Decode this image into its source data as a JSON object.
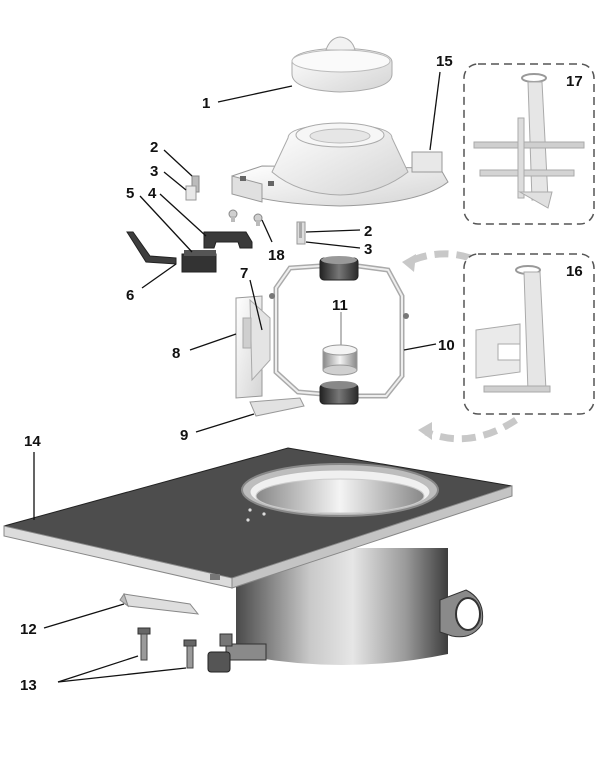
{
  "callouts": {
    "c1": "1",
    "c2a": "2",
    "c3a": "3",
    "c4": "4",
    "c5": "5",
    "c6": "6",
    "c7": "7",
    "c8": "8",
    "c9": "9",
    "c10": "10",
    "c11": "11",
    "c2b": "2",
    "c3b": "3",
    "c12": "12",
    "c13": "13",
    "c14": "14",
    "c15": "15",
    "c16": "16",
    "c17": "17",
    "c18": "18"
  },
  "colors": {
    "plate_top": "#4d4d4d",
    "plate_edge": "#d8d8d8",
    "cylinder_dark": "#5a5a5a",
    "cylinder_light": "#c8c8c8",
    "part_light": "#eeeeee",
    "part_dark": "#3a3a3a",
    "detail_border": "#555555"
  }
}
